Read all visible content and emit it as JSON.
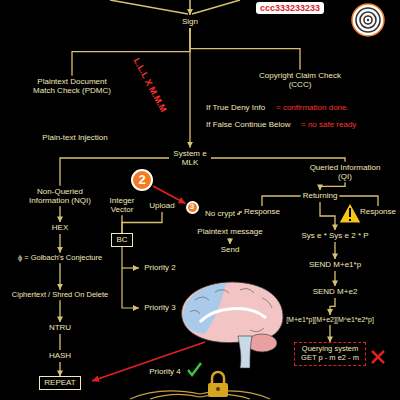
{
  "diagram": {
    "nodes": [
      {
        "text": [
          "ccc333233233"
        ]
      },
      {
        "text": [
          "Sign"
        ]
      },
      {
        "text": [
          "Plaintext Document Match Check (PDMC)"
        ]
      },
      {
        "text": [
          "Copyright Claim Check (CCC)"
        ]
      },
      {
        "text": [
          "System e MLK"
        ]
      },
      {
        "text": [
          "Non-Queried Information (NQI)"
        ]
      },
      {
        "text": [
          "Queried Information (QI)"
        ]
      },
      {
        "text": [
          "HEX"
        ]
      },
      {
        "text": [
          "ϕ = Golbach's Conjecture"
        ]
      },
      {
        "text": [
          "Ciphertext / Shred On Delete"
        ]
      },
      {
        "text": [
          "NTRU"
        ]
      },
      {
        "text": [
          "HASH"
        ]
      },
      {
        "text": [
          "REPEAT"
        ]
      },
      {
        "text": [
          "Integer Vector"
        ]
      },
      {
        "text": [
          "BC"
        ]
      },
      {
        "text": [
          "Upload"
        ]
      },
      {
        "text": [
          "2"
        ]
      },
      {
        "text": [
          "3"
        ]
      },
      {
        "text": [
          "Returning"
        ]
      },
      {
        "text": [
          "Response"
        ]
      },
      {
        "text": [
          "Response"
        ]
      },
      {
        "text": [
          "No crypt"
        ]
      },
      {
        "text": [
          "Plaintext message"
        ]
      },
      {
        "text": [
          "Send"
        ]
      },
      {
        "text": [
          "Sys e * Sys e 2 * P"
        ]
      },
      {
        "text": [
          "SEND M+e1*p"
        ]
      },
      {
        "text": [
          "SEND M+e2"
        ]
      },
      {
        "text": [
          "[M+e1*p][M+e2][M^e1*e2*p]"
        ]
      },
      {
        "text": [
          "Querying system GET p - m e2 - m"
        ]
      }
    ],
    "edges": [
      {
        "from": 1,
        "to": 2,
        "arrow": "none"
      },
      {
        "from": 1,
        "to": 3,
        "arrow": "none"
      },
      {
        "from": 1,
        "to": 4,
        "arrow": "to"
      },
      {
        "from": 4,
        "to": 5,
        "arrow": "none"
      },
      {
        "from": 4,
        "to": 6,
        "arrow": "none"
      },
      {
        "from": 5,
        "to": 7,
        "arrow": "to"
      },
      {
        "from": 7,
        "to": 8,
        "arrow": "to"
      },
      {
        "from": 8,
        "to": 9,
        "arrow": "to"
      },
      {
        "from": 9,
        "to": 10,
        "arrow": "to"
      },
      {
        "from": 10,
        "to": 11,
        "arrow": "none"
      },
      {
        "from": 11,
        "to": 12,
        "arrow": "to"
      },
      {
        "from": 13,
        "to": 14,
        "arrow": "none"
      },
      {
        "from": 14,
        "to": 15,
        "arrow": "none"
      },
      {
        "from": 16,
        "to": 17,
        "arrow": "to"
      },
      {
        "from": 6,
        "to": 18,
        "arrow": "to"
      },
      {
        "from": 18,
        "to": 19,
        "arrow": "none"
      },
      {
        "from": 18,
        "to": 20,
        "arrow": "none"
      },
      {
        "from": 19,
        "to": 21,
        "arrow": "none"
      },
      {
        "from": 22,
        "to": 23,
        "arrow": "to"
      },
      {
        "from": 18,
        "to": 24,
        "arrow": "to"
      },
      {
        "from": 24,
        "to": 25,
        "arrow": "to"
      },
      {
        "from": 25,
        "to": 26,
        "arrow": "to"
      },
      {
        "from": 26,
        "to": 27,
        "arrow": "to"
      },
      {
        "from": 27,
        "to": 28,
        "arrow": "to"
      }
    ],
    "labels": [
      "L.L.L X M.M.M",
      "If True Deny Info",
      "= confirmation done.",
      "If False Continue Below",
      "= no safe ready",
      "Plain-text Injection",
      "Priority 2",
      "Priority 3",
      "Priority 4"
    ]
  }
}
